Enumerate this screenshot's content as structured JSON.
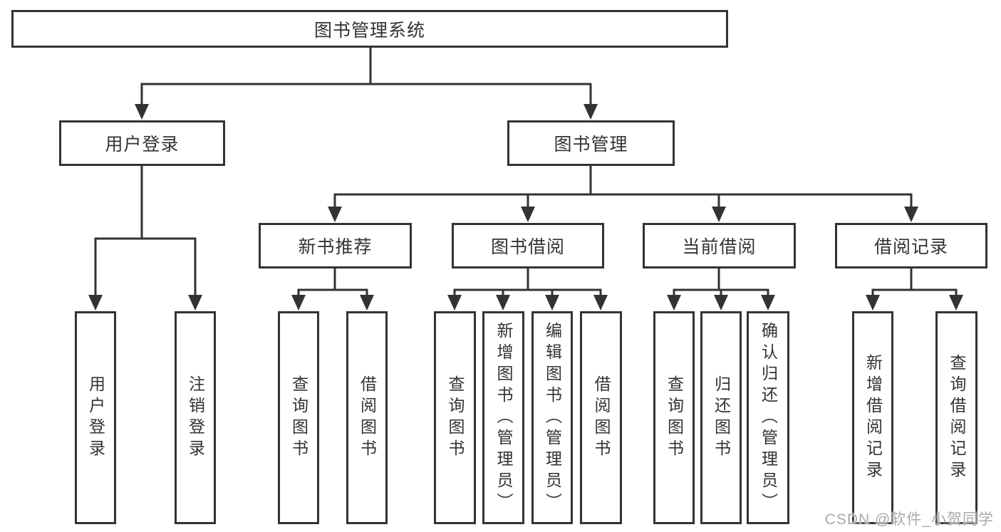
{
  "tree": {
    "root": "图书管理系统",
    "branches": [
      {
        "label": "用户登录",
        "children": [
          "用户登录",
          "注销登录"
        ]
      },
      {
        "label": "图书管理",
        "children": [
          {
            "label": "新书推荐",
            "children": [
              "查询图书",
              "借阅图书"
            ]
          },
          {
            "label": "图书借阅",
            "children": [
              "查询图书",
              "新增图书（管理员）",
              "编辑图书（管理员）",
              "借阅图书"
            ]
          },
          {
            "label": "当前借阅",
            "children": [
              "查询图书",
              "归还图书",
              "确认归还（管理员）"
            ]
          },
          {
            "label": "借阅记录",
            "children": [
              "新增借阅记录",
              "查询借阅记录"
            ]
          }
        ]
      }
    ]
  },
  "watermark": {
    "text": "CSDN @软件_小贺同学"
  },
  "colors": {
    "line": "#333333",
    "text": "#333333",
    "watermark": "#a9a9a9",
    "background": "#ffffff"
  }
}
